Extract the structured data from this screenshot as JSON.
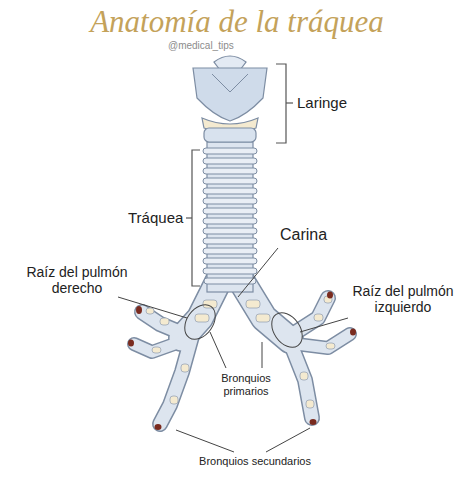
{
  "diagram": {
    "title": "Anatomía de la tráquea",
    "labels": [
      "@medical_tips",
      "Laringe",
      "Tráquea",
      "Carina",
      "Raíz del pulmón derecho",
      "Raíz del pulmón izquierdo",
      "Bronquios primarios",
      "Bronquios secundarios"
    ]
  }
}
